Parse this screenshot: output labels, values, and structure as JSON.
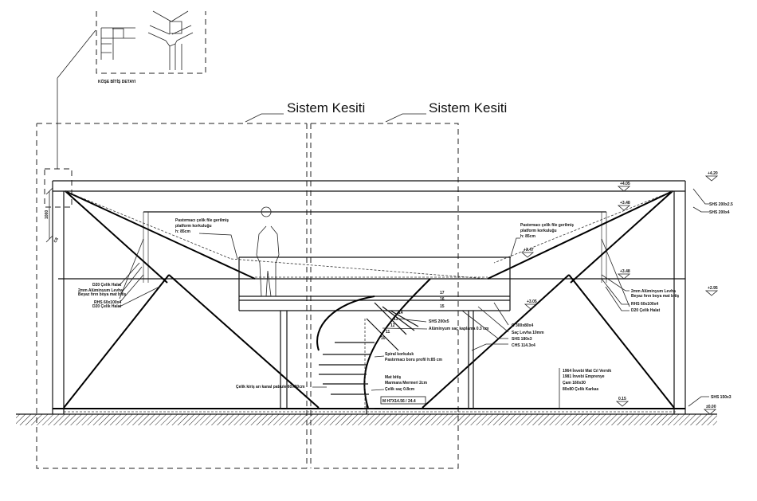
{
  "drawing": {
    "section_titles": [
      "Sistem Kesiti",
      "Sistem Kesiti"
    ],
    "detail_title": "KÖŞE BİTİŞ DETAYI",
    "dimension_1000": "1000",
    "dimension_tag": "C8",
    "left_notes": [
      "D20 Çelik Halat",
      "2mm Alüminyum Levha",
      "Beyaz fırın boya mat bitiş",
      "RHS 60x100x4",
      "D20 Çelik Halat"
    ],
    "platform_note_left": [
      "Pastırmacı çelik file gerilmiş",
      "platform korkuluğu",
      "h: 85cm"
    ],
    "platform_note_right": [
      "Pastırmacı çelik file gerilmiş",
      "platform korkuluğu",
      "h: 85cm"
    ],
    "right_upper_labels": [
      "SHS 200x2.5",
      "SHS 200x4"
    ],
    "right_mid_notes": [
      "2mm Alüminyum Levha",
      "Beyaz fırın boya mat bitiş",
      "RHS 60x100x4",
      "D20 Çelik Halat"
    ],
    "center_notes": [
      "SHS 200x5",
      "Alüminyum saç kaplama 0.3 cm"
    ],
    "center_right_notes": [
      "C 300x80x4",
      "Saç Levha 10mm",
      "SHS 180x3",
      "CHS 114.3x4"
    ],
    "stair_notes": [
      "Spiral korkuluk",
      "Pastırmacı boru profil h:85 cm",
      "Mat bitiş",
      "Marmara Mermeri 2cm",
      "Çelik saç 0.8cm"
    ],
    "stair_tag": "M H7X14.56 / 24.4",
    "base_note": "Çelik kiriş arı kanal patrule 60X30cm",
    "glass_notes": [
      "1964 İnvebi Mat Cıl Vernik",
      "1981 İnvebi Emprenye",
      "Çam 160x30",
      "80x80 Çelik Karkas"
    ],
    "right_lower_label": "SHS 150x3",
    "levels": {
      "top_roof": "+4.20",
      "beam_top": "+4.05",
      "beam_under": "+3.48",
      "platform_top": "+3.47",
      "platform_side_right": "+3.05",
      "mid_right": "+3.48",
      "mid_far_right": "+2.95",
      "floor_inner": "0.15",
      "ground": "±0.00"
    },
    "stair_step_numbers": [
      "17",
      "16",
      "15",
      "14",
      "13",
      "12",
      "11",
      "10"
    ]
  }
}
